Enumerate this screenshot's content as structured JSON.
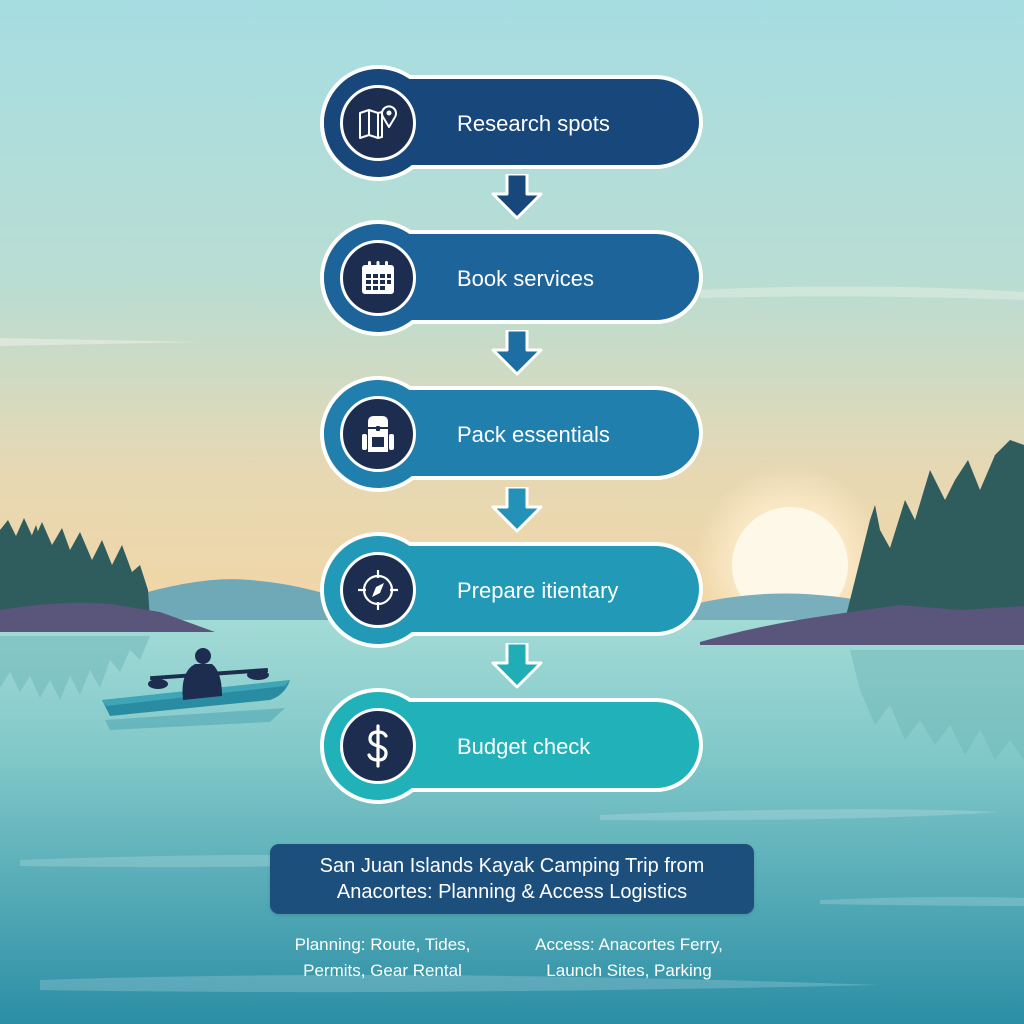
{
  "diagram": {
    "type": "vertical-flowchart",
    "steps": [
      {
        "label": "Research spots",
        "icon": "map-pin-icon",
        "color": "#18477b"
      },
      {
        "label": "Book services",
        "icon": "calendar-icon",
        "color": "#1d649a"
      },
      {
        "label": "Pack essentials",
        "icon": "backpack-icon",
        "color": "#217fae"
      },
      {
        "label": "Prepare itientary",
        "icon": "compass-icon",
        "color": "#2399b8"
      },
      {
        "label": "Budget check",
        "icon": "dollar-icon",
        "color": "#20b2b8"
      }
    ],
    "arrows": [
      {
        "from": 0,
        "to": 1,
        "color": "#18477b"
      },
      {
        "from": 1,
        "to": 2,
        "color": "#1e6ea3"
      },
      {
        "from": 2,
        "to": 3,
        "color": "#2391b8"
      },
      {
        "from": 3,
        "to": 4,
        "color": "#20adb5"
      }
    ]
  },
  "title": {
    "line1": "San Juan Islands Kayak Camping Trip from",
    "line2": "Anacortes: Planning & Access Logistics"
  },
  "notes": {
    "planning": {
      "line1": "Planning: Route, Tides,",
      "line2": "Permits, Gear Rental"
    },
    "access": {
      "line1": "Access: Anacortes Ferry,",
      "line2": "Launch Sites, Parking"
    }
  },
  "background": {
    "scene": "sunset lake with forested islands and kayaker",
    "sky_top": "#a6dde2",
    "sky_horizon": "#f0d7aa",
    "water_top": "#9ed6d3",
    "water_bottom": "#2f93a8",
    "tree_color": "#2f5d5e",
    "rock_color": "#5a557a",
    "sun_color": "#fdf8e8"
  }
}
